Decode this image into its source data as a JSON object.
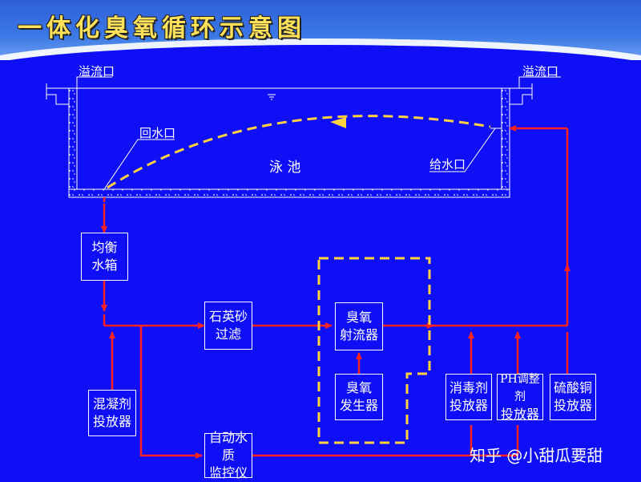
{
  "header": {
    "title": "一体化臭氧循环示意图"
  },
  "pool": {
    "overflow_left": "溢流口",
    "overflow_right": "溢流口",
    "return_inlet": "回水口",
    "pool_label": "泳 池",
    "supply_inlet": "给水口"
  },
  "boxes": {
    "balance_tank": [
      "均衡",
      "水箱"
    ],
    "quartz_filter": [
      "石英砂",
      "过滤"
    ],
    "ozone_ejector": [
      "臭氧",
      "射流器"
    ],
    "ozone_generator": [
      "臭氧",
      "发生器"
    ],
    "coagulant_dosing": [
      "混凝剂",
      "投放器"
    ],
    "disinfectant_dosing": [
      "消毒剂",
      "投放器"
    ],
    "ph_dosing": [
      "PH调整剂",
      "投放器"
    ],
    "copper_sulfate_dosing": [
      "硫酸铜",
      "投放器"
    ],
    "water_quality_monitor": [
      "自动水质",
      "监控仪"
    ]
  },
  "watermark": "知乎 @小甜瓜要甜",
  "colors": {
    "background": "#0f0ff5",
    "flow_line": "#ff2020",
    "ozone_dash": "#ffd040",
    "outline": "#ffffff"
  }
}
